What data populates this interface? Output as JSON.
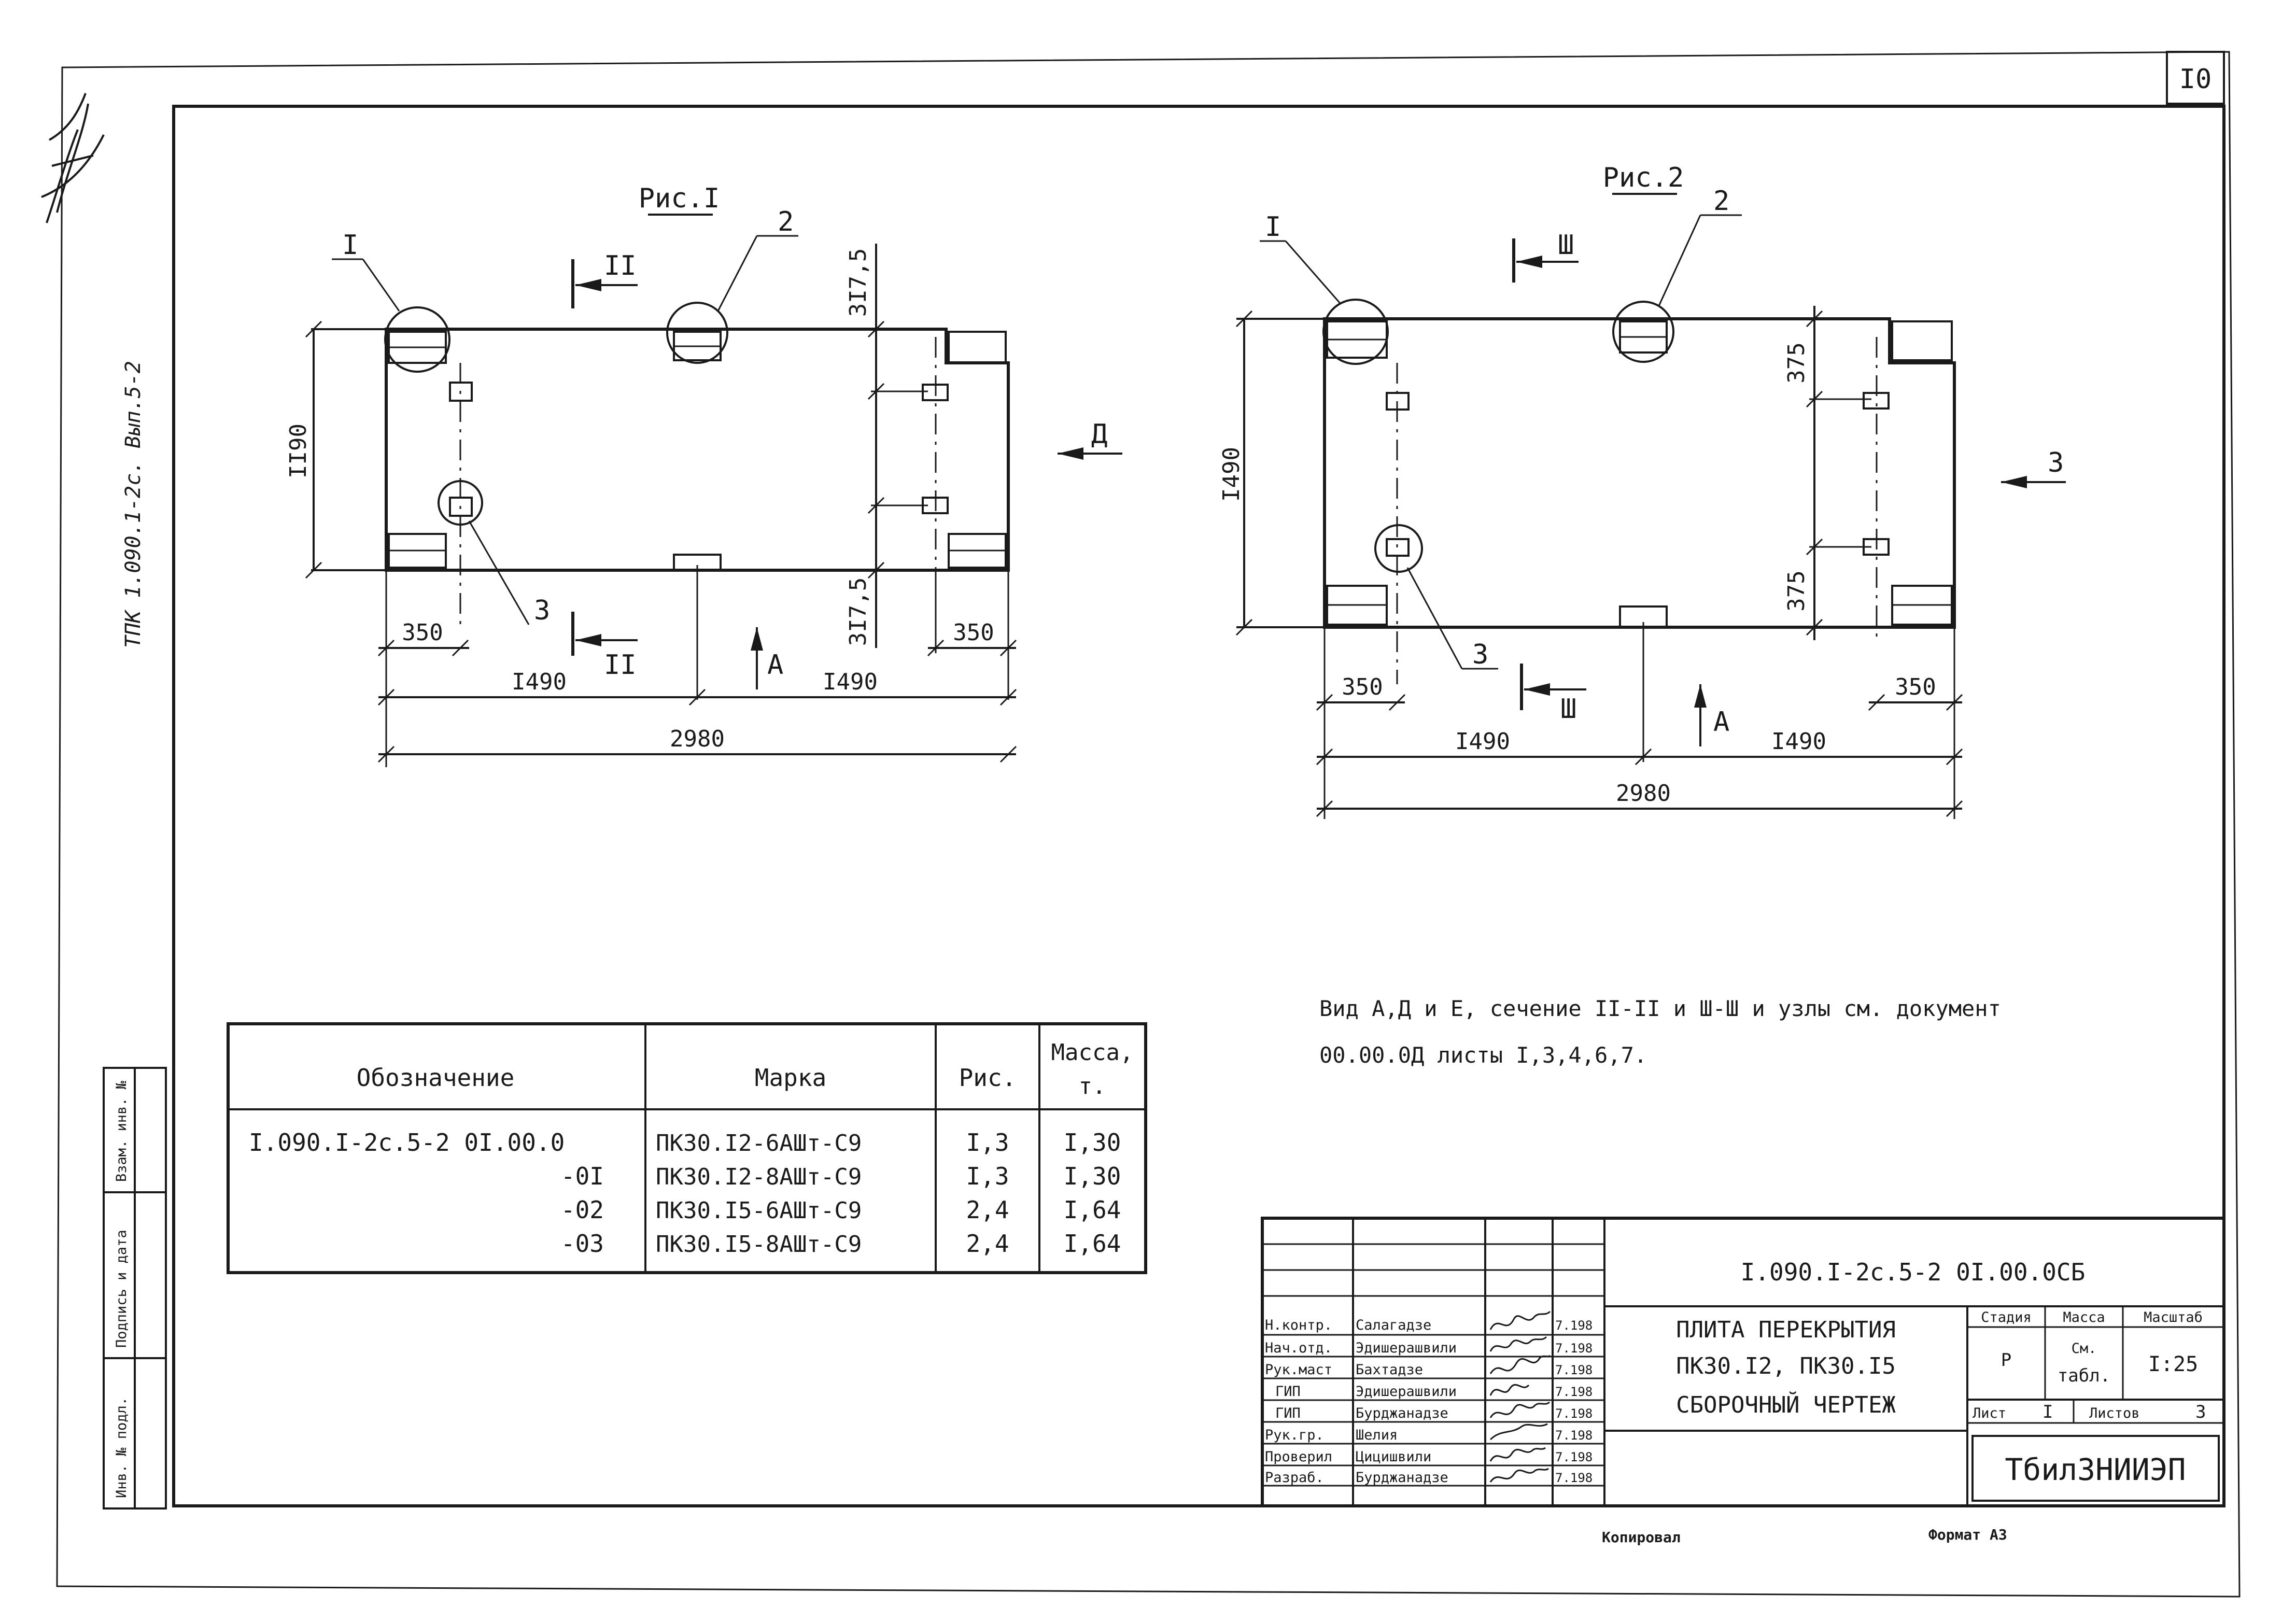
{
  "sheet": {
    "number": "I0",
    "side_stamp": "ТПК 1.090.1-2с. Вып.5-2",
    "format": "Формат А3",
    "copied": "Копировал"
  },
  "fig1": {
    "title": "Рис.I",
    "callouts": [
      "I",
      "2",
      "3"
    ],
    "sections": [
      "II",
      "II"
    ],
    "views": [
      "Д",
      "А"
    ],
    "dims": {
      "height": "II90",
      "offset_top": "3I7,5",
      "offset_bottom": "3I7,5",
      "left": "350",
      "right": "350",
      "half_left": "I490",
      "half_right": "I490",
      "total": "2980"
    }
  },
  "fig2": {
    "title": "Рис.2",
    "callouts": [
      "I",
      "2",
      "3"
    ],
    "sections": [
      "Ш",
      "Ш"
    ],
    "views": [
      "З",
      "А"
    ],
    "dims": {
      "height": "I490",
      "offset_top": "375",
      "offset_bottom": "375",
      "left": "350",
      "right": "350",
      "half_left": "I490",
      "half_right": "I490",
      "total": "2980"
    }
  },
  "note": {
    "line1": "Вид А,Д и Е, сечение II-II и Ш-Ш и узлы см. документ",
    "line2": "00.00.0Д листы I,3,4,6,7."
  },
  "spec_table": {
    "headers": [
      "Обозначение",
      "Марка",
      "Рис.",
      "Масса,",
      "т."
    ],
    "rows": [
      [
        "I.090.I-2с.5-2  0I.00.0",
        "ПК30.I2-6АШт-С9",
        "I,3",
        "I,30"
      ],
      [
        "-0I",
        "ПК30.I2-8АШт-С9",
        "I,3",
        "I,30"
      ],
      [
        "-02",
        "ПК30.I5-6АШт-С9",
        "2,4",
        "I,64"
      ],
      [
        "-03",
        "ПК30.I5-8АШт-С9",
        "2,4",
        "I,64"
      ]
    ]
  },
  "side_block": {
    "labels": [
      "Инв. № подл.",
      "Подпись и дата",
      "Взам. инв. №"
    ]
  },
  "title_block": {
    "designation": "I.090.I-2с.5-2  0I.00.0СБ",
    "name_lines": [
      "ПЛИТА ПЕРЕКРЫТИЯ",
      "ПК30.I2, ПК30.I5",
      "СБОРОЧНЫЙ ЧЕРТЕЖ"
    ],
    "signers": [
      {
        "role": "Н.контр.",
        "name": "Салагадзе",
        "date": "7.198"
      },
      {
        "role": "Нач.отд.",
        "name": "Эдишерашвили",
        "date": "7.198"
      },
      {
        "role": "Рук.маст",
        "name": "Бахтадзе",
        "date": "7.198"
      },
      {
        "role": "ГИП",
        "name": "Эдишерашвили",
        "date": "7.198"
      },
      {
        "role": "ГИП",
        "name": "Бурджанадзе",
        "date": "7.198"
      },
      {
        "role": "Рук.гр.",
        "name": "Шелия",
        "date": "7.198"
      },
      {
        "role": "Проверил",
        "name": "Цицишвили",
        "date": "7.198"
      },
      {
        "role": "Разраб.",
        "name": "Бурджанадзе",
        "date": "7.198"
      }
    ],
    "stage_header": "Стадия",
    "mass_header": "Масса",
    "scale_header": "Масштаб",
    "stage": "Р",
    "mass_line1": "См.",
    "mass_line2": "табл.",
    "scale": "I:25",
    "sheet_label": "Лист",
    "sheet_no": "I",
    "sheets_label": "Листов",
    "sheets_total": "3",
    "org": "ТбилЗНИИЭП"
  }
}
